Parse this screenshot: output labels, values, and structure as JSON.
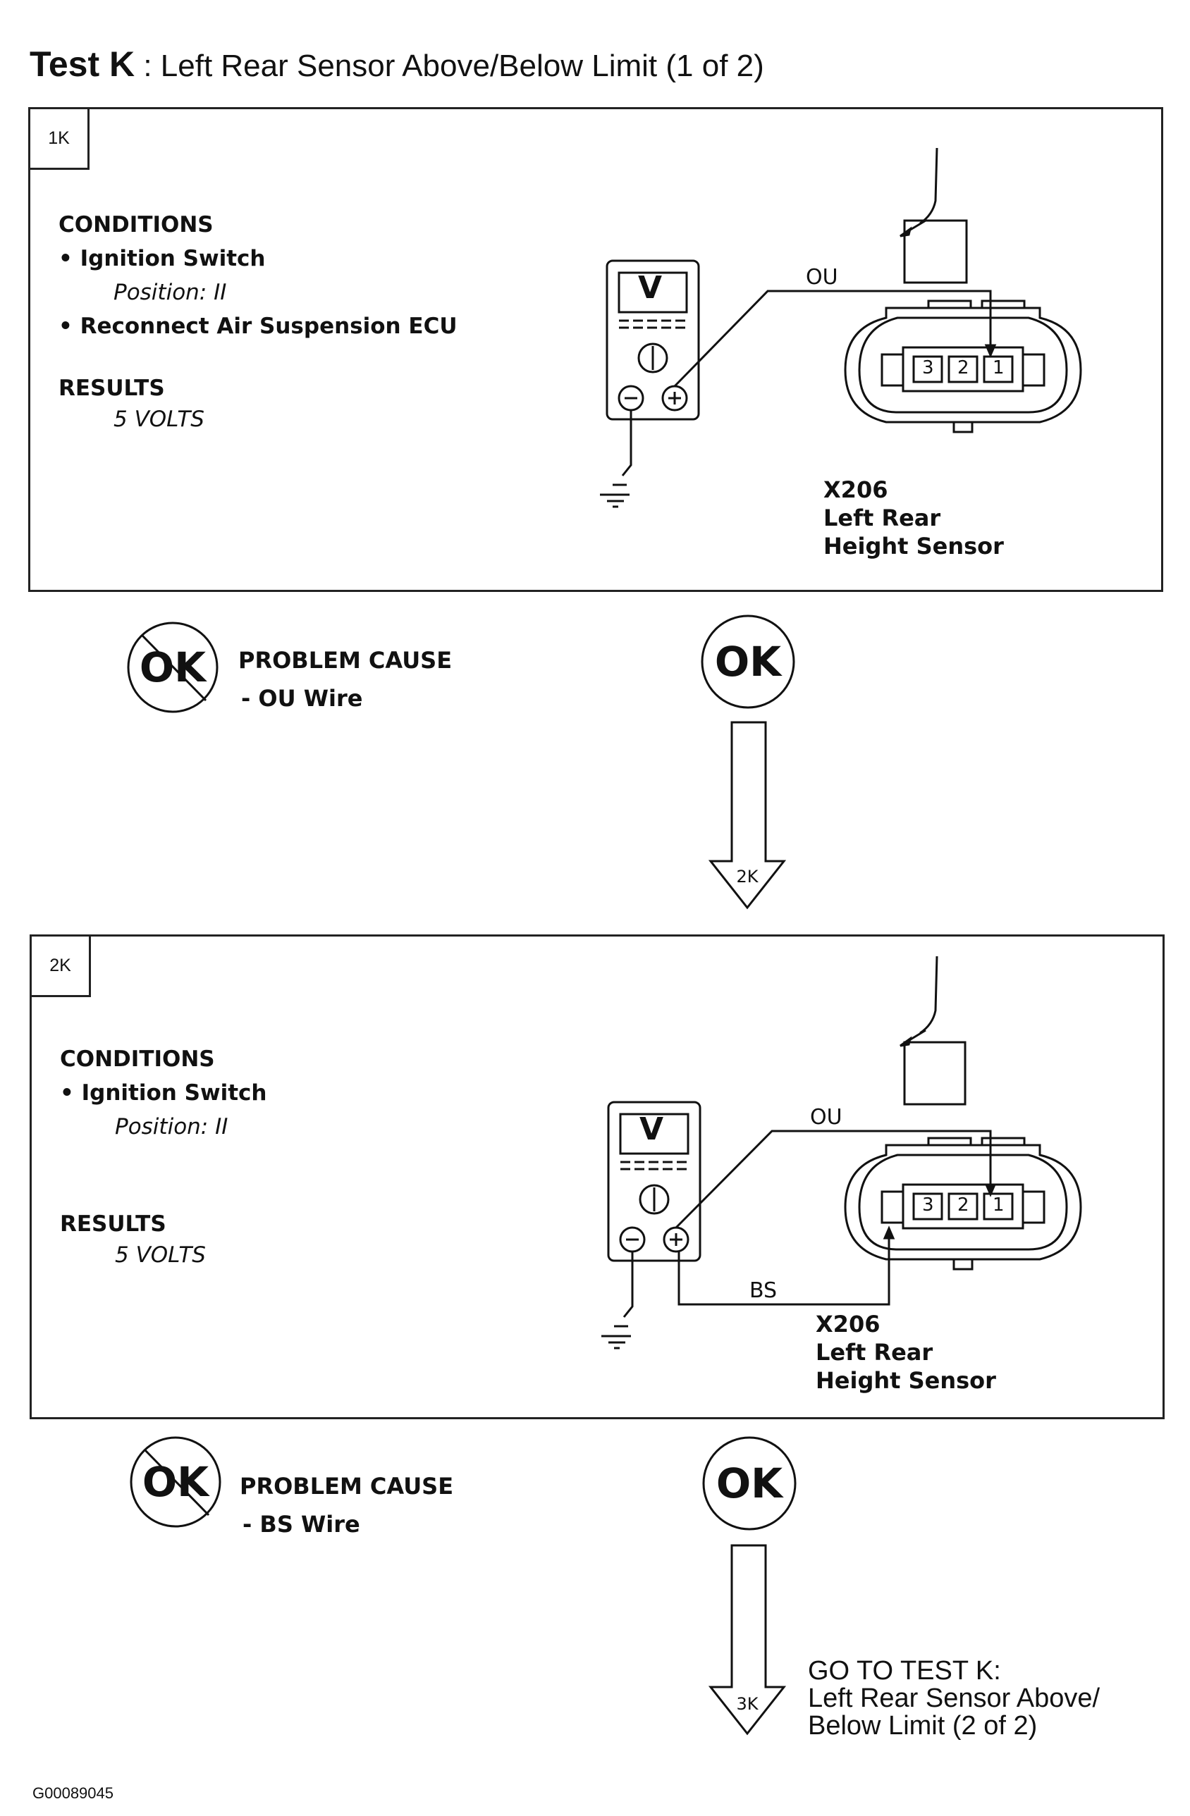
{
  "title": {
    "bold": "Test K",
    "rest": " : Left Rear Sensor Above/Below Limit (1 of 2)"
  },
  "step1": {
    "tag": "1K",
    "conditions_heading": "CONDITIONS",
    "condition_1": "• Ignition Switch",
    "condition_1_detail": "Position: II",
    "condition_2": "• Reconnect Air Suspension ECU",
    "results_heading": "RESULTS",
    "result_value": "5 VOLTS",
    "meter_label": "V",
    "wire_ou": "OU",
    "pins": [
      "3",
      "2",
      "1"
    ],
    "connector_id": "X206",
    "connector_name_1": "Left Rear",
    "connector_name_2": "Height Sensor"
  },
  "outcome1": {
    "not_ok": "OK",
    "problem_cause": "PROBLEM CAUSE",
    "cause_detail": "- OU  Wire",
    "ok": "OK",
    "next_step": "2K"
  },
  "step2": {
    "tag": "2K",
    "conditions_heading": "CONDITIONS",
    "condition_1": "• Ignition Switch",
    "condition_1_detail": "Position: II",
    "results_heading": "RESULTS",
    "result_value": "5 VOLTS",
    "meter_label": "V",
    "wire_ou": "OU",
    "wire_bs": "BS",
    "pins": [
      "3",
      "2",
      "1"
    ],
    "connector_id": "X206",
    "connector_name_1": "Left Rear",
    "connector_name_2": "Height Sensor"
  },
  "outcome2": {
    "not_ok": "OK",
    "problem_cause": "PROBLEM CAUSE",
    "cause_detail": "- BS  Wire",
    "ok": "OK",
    "next_step": "3K"
  },
  "goto": {
    "line1": "GO TO TEST K:",
    "line2": "Left Rear Sensor Above/",
    "line3": "Below Limit (2 of 2)"
  },
  "figure_ref": "G00089045"
}
